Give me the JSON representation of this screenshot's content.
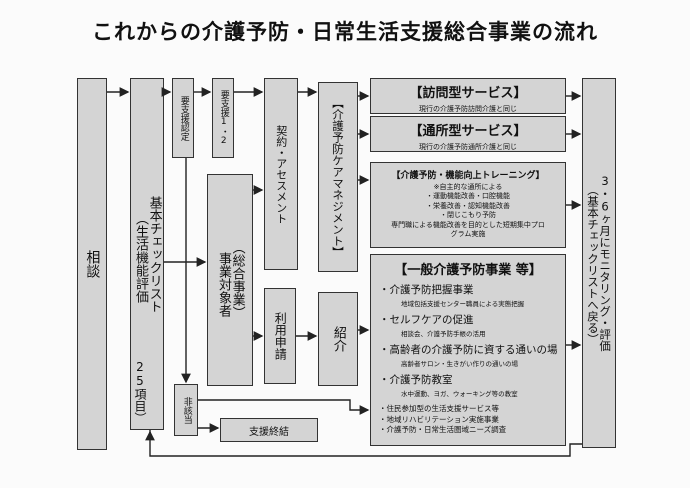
{
  "title": "これからの介護予防・日常生活支援総合事業の流れ",
  "boxes": {
    "consultation": "相談",
    "basic_checklist_a": "基本チェックリスト",
    "basic_checklist_b": "（生活機能評価",
    "basic_checklist_c": "25項目）",
    "support_cert": "要支援認定",
    "support_level": "要支援1・2",
    "contract": "契約・アセスメント",
    "care_management": "【介護予防ケアマネジメント】",
    "comprehensive_a": "（総合事業）",
    "comprehensive_b": "事業対象者",
    "use_application": "利用申請",
    "referral": "紹介",
    "not_applicable": "非該当",
    "support_end": "支援終結",
    "monitoring_a": "3・6ヶ月にモニタリング・評価",
    "monitoring_b": "（基本チェックリストへ戻る）"
  },
  "services": {
    "home_visit": {
      "title": "【訪問型サービス】",
      "sub": "現行の介護予防訪問介護と同じ"
    },
    "day_service": {
      "title": "【通所型サービス】",
      "sub": "現行の介護予防通所介護と同じ"
    },
    "training": {
      "title": "【介護予防・機能向上トレーニング】",
      "lines": [
        "※自主的な通所による",
        "・運動機能改善・口腔機能",
        "・栄養改善・認知機能改善",
        "・閉じこもり予防",
        "専門職による機能改善を目的とした短期集中プロ",
        "グラム実施"
      ]
    },
    "general": {
      "title": "【一般介護予防事業 等】",
      "items": [
        {
          "label": "・介護予防把握事業",
          "desc": "地域包括支援センター職員による実態把握"
        },
        {
          "label": "・セルフケアの促進",
          "desc": "相談会、介護予防手帳の活用"
        },
        {
          "label": "・高齢者の介護予防に資する通いの場",
          "desc": "高齢者サロン・生きがい作りの通いの場"
        },
        {
          "label": "・介護予防教室",
          "desc": "水中運動、ヨガ、ウォーキング等の教室"
        }
      ],
      "extra": [
        "・住民参加型の生活支援サービス等",
        "・地域リハビリテーション実施事業",
        "・介護予防・日常生活圏域ニーズ調査"
      ]
    }
  }
}
